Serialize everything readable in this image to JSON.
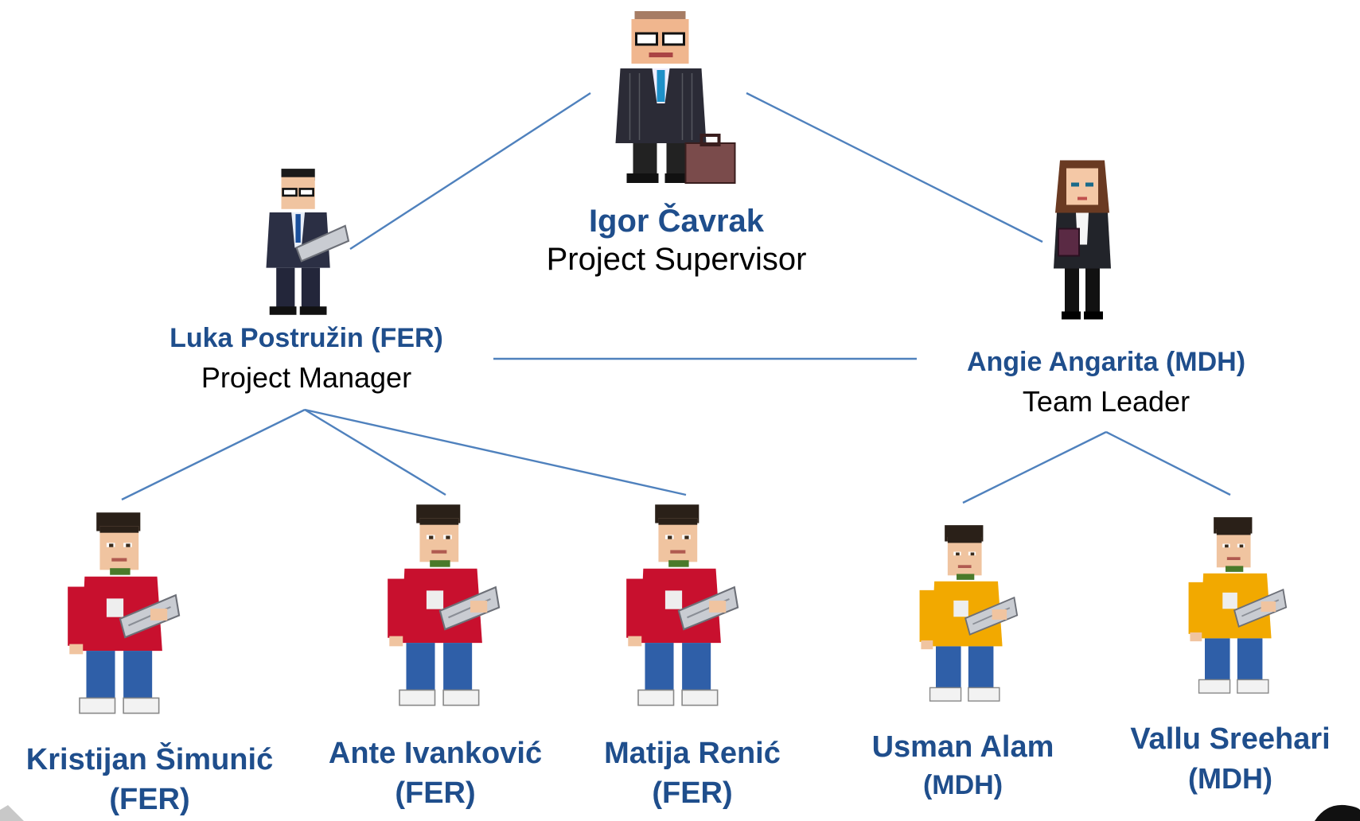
{
  "colors": {
    "name_text": "#1f4e8c",
    "role_text": "#000000",
    "connector": "#4f81bd",
    "hoodie_fer": "#c8102e",
    "hoodie_mdh": "#f2a900",
    "jeans": "#2f5fa8",
    "suit_dark": "#2b2b36",
    "background": "#ffffff"
  },
  "people": {
    "supervisor": {
      "name": "Igor Čavrak",
      "role": "Project Supervisor",
      "avatar": "suited-supervisor-with-briefcase-icon"
    },
    "manager": {
      "name": "Luka Postružin (FER)",
      "role": "Project Manager",
      "avatar": "suited-manager-with-laptop-icon"
    },
    "leader": {
      "name": "Angie Angarita (MDH)",
      "role": "Team Leader",
      "avatar": "businesswoman-with-folder-icon"
    },
    "m1": {
      "name": "Kristijan Šimunić",
      "affil": "(FER)",
      "avatar": "developer-red-hoodie-laptop-icon"
    },
    "m2": {
      "name": "Ante Ivanković",
      "affil": "(FER)",
      "avatar": "developer-red-hoodie-laptop-icon"
    },
    "m3": {
      "name": "Matija Renić",
      "affil": "(FER)",
      "avatar": "developer-red-hoodie-laptop-icon"
    },
    "m4": {
      "name": "Usman Alam",
      "affil": "(MDH)",
      "avatar": "developer-yellow-hoodie-laptop-icon"
    },
    "m5": {
      "name": "Vallu Sreehari",
      "affil": "(MDH)",
      "avatar": "developer-yellow-hoodie-laptop-icon"
    }
  }
}
